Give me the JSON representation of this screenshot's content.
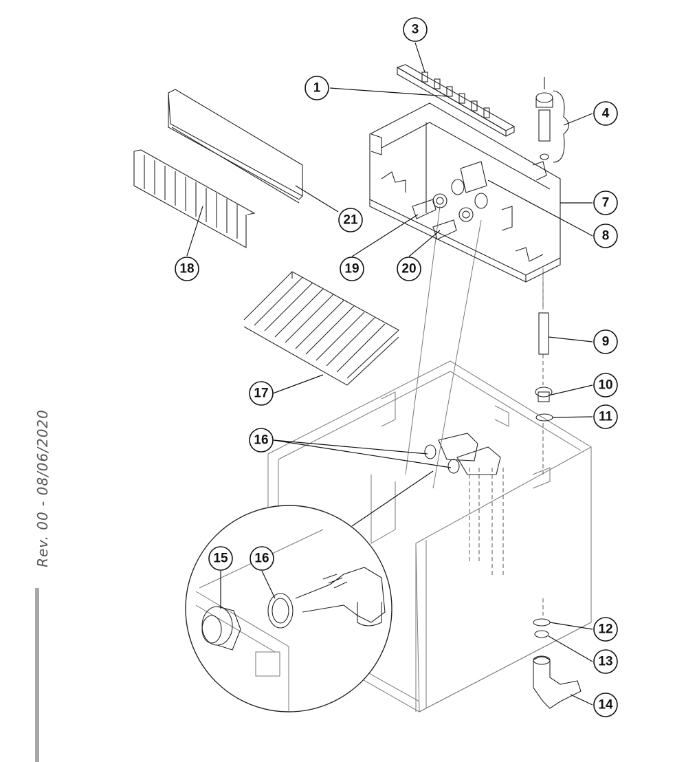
{
  "revision": "Rev. 00 - 08/06/2020",
  "callouts": [
    "1",
    "3",
    "4",
    "7",
    "8",
    "9",
    "10",
    "11",
    "12",
    "13",
    "14",
    "15",
    "16",
    "16",
    "17",
    "18",
    "19",
    "20",
    "21"
  ]
}
